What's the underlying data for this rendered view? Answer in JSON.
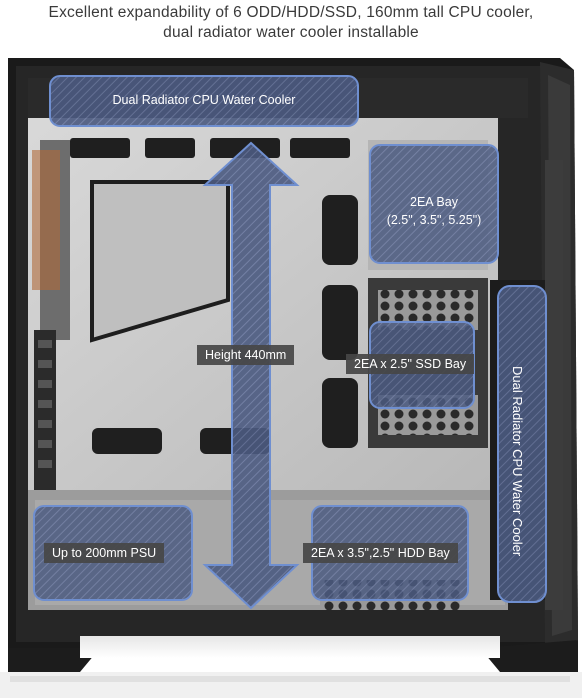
{
  "caption": {
    "line1": "Excellent expandability of 6 ODD/HDD/SSD, 160mm tall CPU cooler,",
    "line2": "dual radiator water cooler installable"
  },
  "labels": {
    "top_radiator": "Dual Radiator CPU Water Cooler",
    "bay_2ea_line1": "2EA Bay",
    "bay_2ea_line2": "(2.5\", 3.5\", 5.25\")",
    "height": "Height 440mm",
    "ssd_bay": "2EA x 2.5\" SSD Bay",
    "side_radiator": "Dual Radiator CPU Water Cooler",
    "psu": "Up to 200mm PSU",
    "hdd_bay": "2EA x 3.5\",2.5\" HDD Bay"
  },
  "colors": {
    "highlight_fill": "#4a5f8a",
    "highlight_stroke": "#6f8fd0",
    "case_dark": "#1e1e1e",
    "case_panel": "#cfcfcf"
  }
}
